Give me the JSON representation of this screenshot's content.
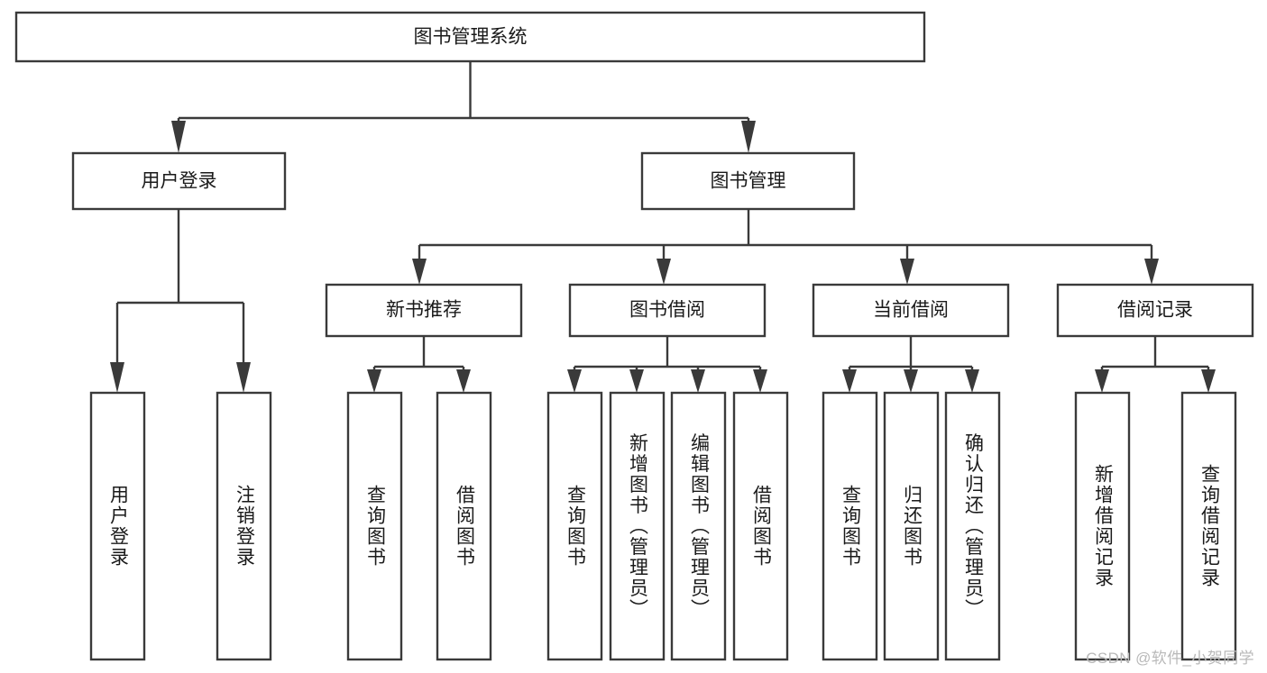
{
  "diagram": {
    "title": "图书管理系统",
    "type": "tree-hierarchy-diagram",
    "colors": {
      "box_fill": "#ffffff",
      "box_stroke": "#3a3a3a",
      "connector": "#3a3a3a",
      "text": "#1a1a1a",
      "background": "#ffffff",
      "watermark": "#b9b9b9"
    },
    "nodes": {
      "root": {
        "label": "图书管理系统",
        "level": 1,
        "orientation": "horizontal"
      },
      "user_login": {
        "label": "用户登录",
        "level": 2,
        "orientation": "horizontal"
      },
      "book_manage": {
        "label": "图书管理",
        "level": 2,
        "orientation": "horizontal"
      },
      "new_book_rec": {
        "label": "新书推荐",
        "level": 3,
        "orientation": "horizontal"
      },
      "book_borrow": {
        "label": "图书借阅",
        "level": 3,
        "orientation": "horizontal"
      },
      "current_borrow": {
        "label": "当前借阅",
        "level": 3,
        "orientation": "horizontal"
      },
      "borrow_record": {
        "label": "借阅记录",
        "level": 3,
        "orientation": "horizontal"
      },
      "leaf_user_login": {
        "label": "用户登录",
        "level": 4,
        "orientation": "vertical"
      },
      "leaf_logout": {
        "label": "注销登录",
        "level": 4,
        "orientation": "vertical"
      },
      "leaf_query_book_1": {
        "label": "查询图书",
        "level": 4,
        "orientation": "vertical"
      },
      "leaf_borrow_book_1": {
        "label": "借阅图书",
        "level": 4,
        "orientation": "vertical"
      },
      "leaf_query_book_2": {
        "label": "查询图书",
        "level": 4,
        "orientation": "vertical"
      },
      "leaf_add_book": {
        "label": "新增图书（管理员）",
        "level": 4,
        "orientation": "vertical"
      },
      "leaf_edit_book": {
        "label": "编辑图书（管理员）",
        "level": 4,
        "orientation": "vertical"
      },
      "leaf_borrow_book_2": {
        "label": "借阅图书",
        "level": 4,
        "orientation": "vertical"
      },
      "leaf_query_book_3": {
        "label": "查询图书",
        "level": 4,
        "orientation": "vertical"
      },
      "leaf_return_book": {
        "label": "归还图书",
        "level": 4,
        "orientation": "vertical"
      },
      "leaf_confirm_return": {
        "label": "确认归还（管理员）",
        "level": 4,
        "orientation": "vertical"
      },
      "leaf_add_record": {
        "label": "新增借阅记录",
        "level": 4,
        "orientation": "vertical"
      },
      "leaf_query_record": {
        "label": "查询借阅记录",
        "level": 4,
        "orientation": "vertical"
      }
    },
    "edges": [
      {
        "from": "root",
        "to": "user_login"
      },
      {
        "from": "root",
        "to": "book_manage"
      },
      {
        "from": "user_login",
        "to": "leaf_user_login"
      },
      {
        "from": "user_login",
        "to": "leaf_logout"
      },
      {
        "from": "book_manage",
        "to": "new_book_rec"
      },
      {
        "from": "book_manage",
        "to": "book_borrow"
      },
      {
        "from": "book_manage",
        "to": "current_borrow"
      },
      {
        "from": "book_manage",
        "to": "borrow_record"
      },
      {
        "from": "new_book_rec",
        "to": "leaf_query_book_1"
      },
      {
        "from": "new_book_rec",
        "to": "leaf_borrow_book_1"
      },
      {
        "from": "book_borrow",
        "to": "leaf_query_book_2"
      },
      {
        "from": "book_borrow",
        "to": "leaf_add_book"
      },
      {
        "from": "book_borrow",
        "to": "leaf_edit_book"
      },
      {
        "from": "book_borrow",
        "to": "leaf_borrow_book_2"
      },
      {
        "from": "current_borrow",
        "to": "leaf_query_book_3"
      },
      {
        "from": "current_borrow",
        "to": "leaf_return_book"
      },
      {
        "from": "current_borrow",
        "to": "leaf_confirm_return"
      },
      {
        "from": "borrow_record",
        "to": "leaf_add_record"
      },
      {
        "from": "borrow_record",
        "to": "leaf_query_record"
      }
    ]
  },
  "watermark": {
    "text": "CSDN @软件_小贺同学"
  }
}
